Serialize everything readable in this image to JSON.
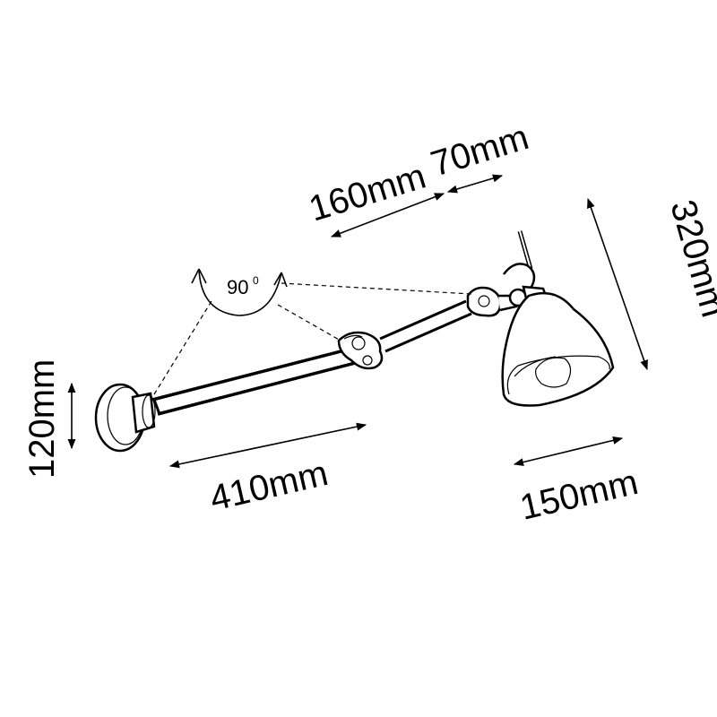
{
  "dimensions": {
    "width_arm": "410mm",
    "base_height": "120mm",
    "upper_arm": "160mm",
    "joint_arm": "70mm",
    "shade_height": "320mm",
    "shade_width": "150mm"
  },
  "angle": {
    "value": "90",
    "unit": "0"
  },
  "colors": {
    "line": "#000000",
    "background": "#ffffff"
  }
}
